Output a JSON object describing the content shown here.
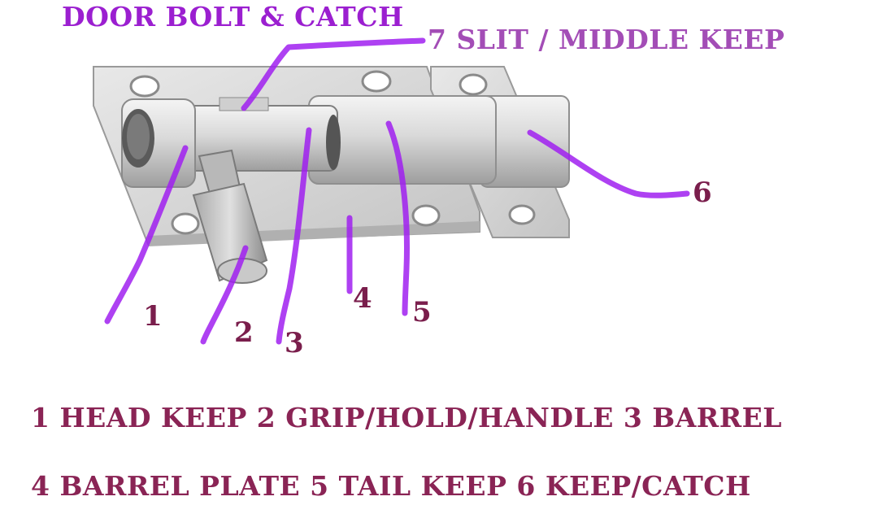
{
  "title": "DOOR BOLT & CATCH",
  "label_7": "7 SLIT / MIDDLE KEEP",
  "numbers": {
    "n1": "1",
    "n2": "2",
    "n3": "3",
    "n4": "4",
    "n5": "5",
    "n6": "6"
  },
  "legend_line_1": "1 HEAD KEEP 2 GRIP/HOLD/HANDLE 3 BARREL",
  "legend_line_2": "4 BARREL PLATE 5 TAIL KEEP 6 KEEP/CATCH",
  "colors": {
    "title": "#9b1fd0",
    "annotation_lines": "#a020f0",
    "legend_text": "#8a2455"
  }
}
